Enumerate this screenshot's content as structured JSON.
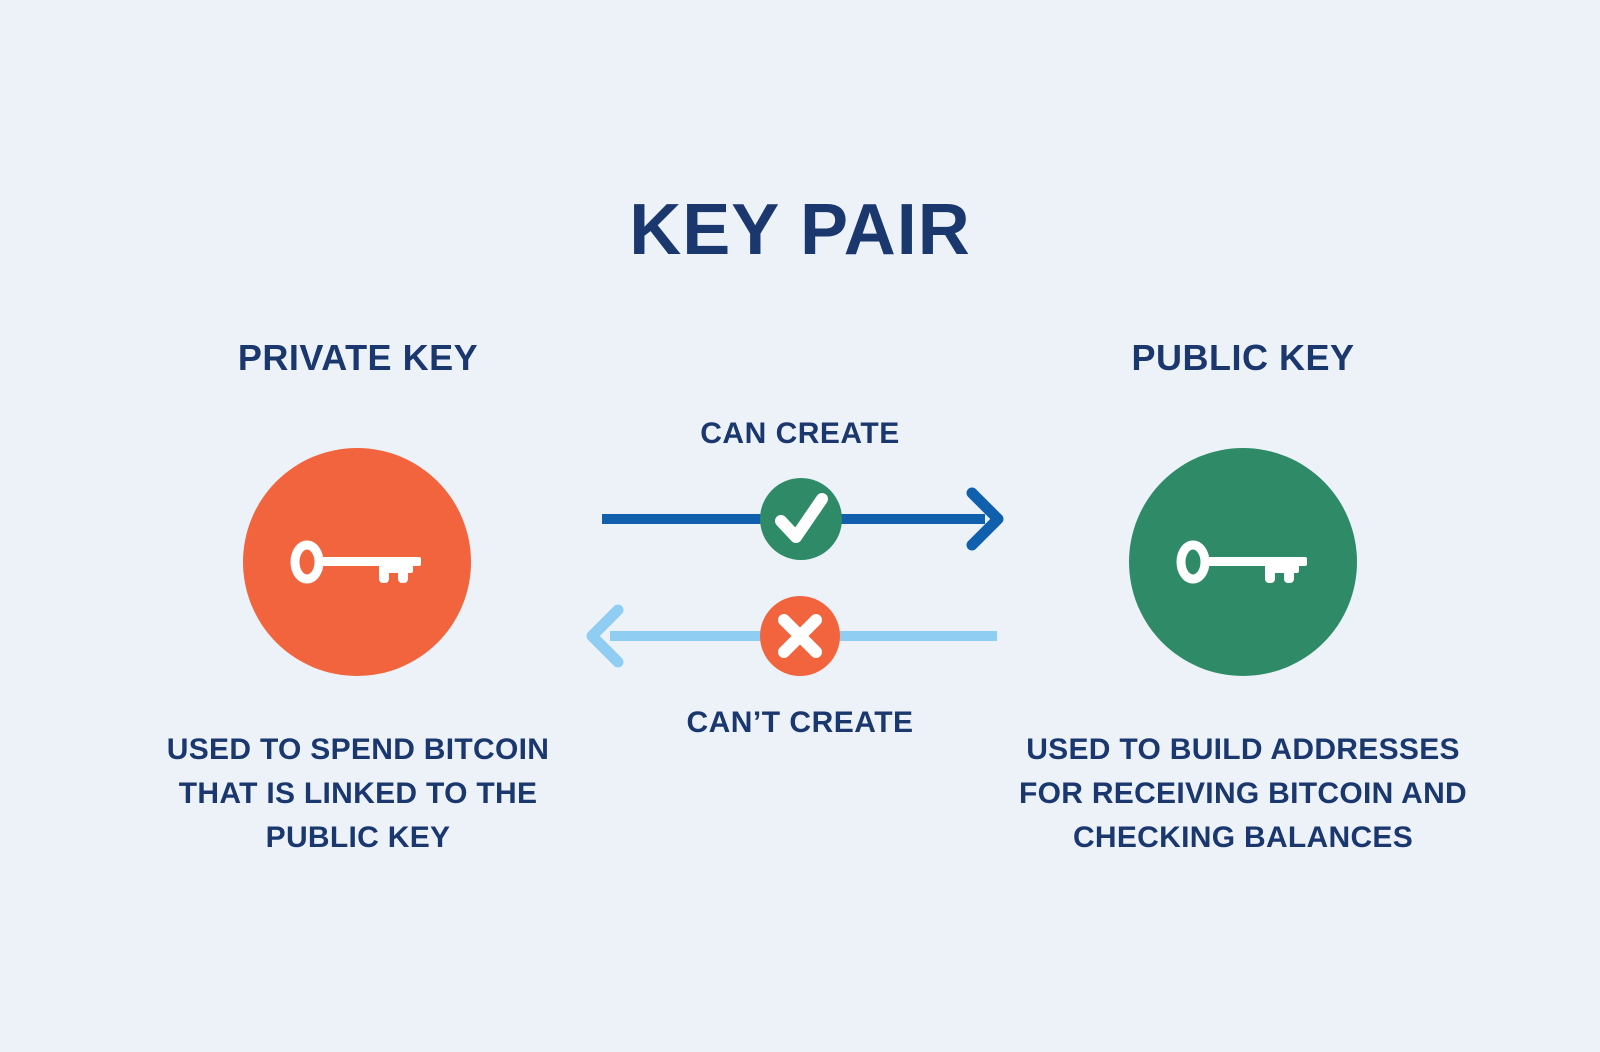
{
  "title": "KEY PAIR",
  "colors": {
    "background": "#EDF2F9",
    "navy_text": "#1A386E",
    "orange": "#F2643E",
    "green": "#2F8B67",
    "arrow_dark_blue": "#1160AD",
    "arrow_light_blue": "#8FCDF3",
    "icon_white": "#FFFFFF"
  },
  "left_column": {
    "heading": "PRIVATE KEY",
    "icon": "key-icon",
    "description_lines": [
      "USED TO SPEND BITCOIN",
      "THAT IS LINKED TO THE",
      "PUBLIC KEY"
    ]
  },
  "right_column": {
    "heading": "PUBLIC KEY",
    "icon": "key-icon",
    "description_lines": [
      "USED TO BUILD ADDRESSES",
      "FOR RECEIVING BITCOIN AND",
      "CHECKING BALANCES"
    ]
  },
  "center": {
    "top_label": "CAN CREATE",
    "top_icon": "check-icon",
    "top_arrow_direction": "right",
    "bottom_label": "CAN’T CREATE",
    "bottom_icon": "x-icon",
    "bottom_arrow_direction": "left"
  }
}
